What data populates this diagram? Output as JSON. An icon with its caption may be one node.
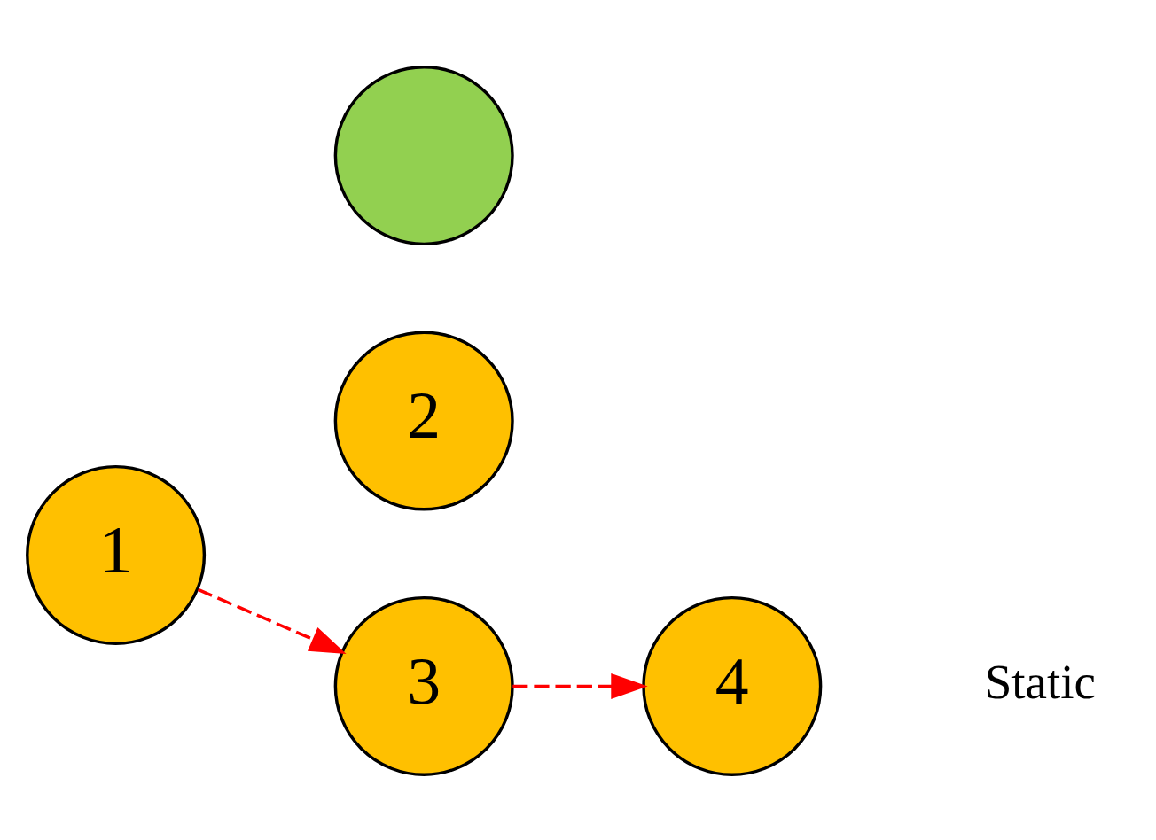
{
  "diagram": {
    "nodes": [
      {
        "text": [
          "1"
        ]
      },
      {
        "text": [
          "2"
        ]
      },
      {
        "text": [],
        "shape": "circle"
      },
      {
        "text": [
          "3"
        ]
      },
      {
        "text": [
          "4"
        ]
      }
    ],
    "edges": [
      {
        "from": 0,
        "to": 3,
        "arrow": "to",
        "style": "dashed",
        "color": "#ff0000"
      },
      {
        "from": 3,
        "to": 4,
        "arrow": "to",
        "style": "dashed",
        "color": "#ff0000"
      }
    ],
    "labels": [
      "Static"
    ]
  }
}
